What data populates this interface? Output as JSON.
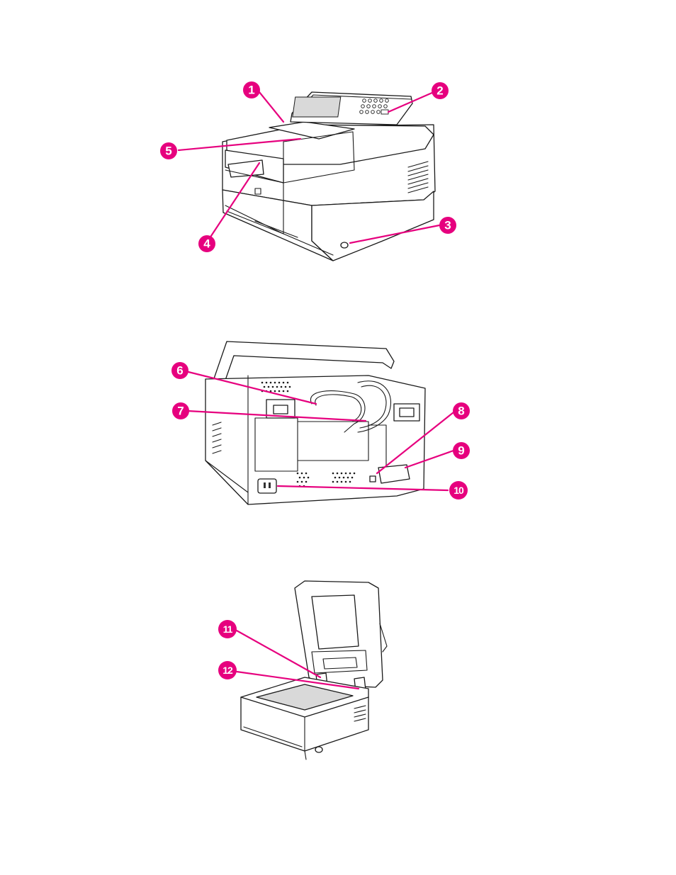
{
  "callouts": {
    "c1": "1",
    "c2": "2",
    "c3": "3",
    "c4": "4",
    "c5": "5",
    "c6": "6",
    "c7": "7",
    "c8": "8",
    "c9": "9",
    "c10": "10",
    "c11": "11",
    "c12": "12"
  },
  "colors": {
    "callout": "#e6007e",
    "line": "#1a1a1a"
  }
}
